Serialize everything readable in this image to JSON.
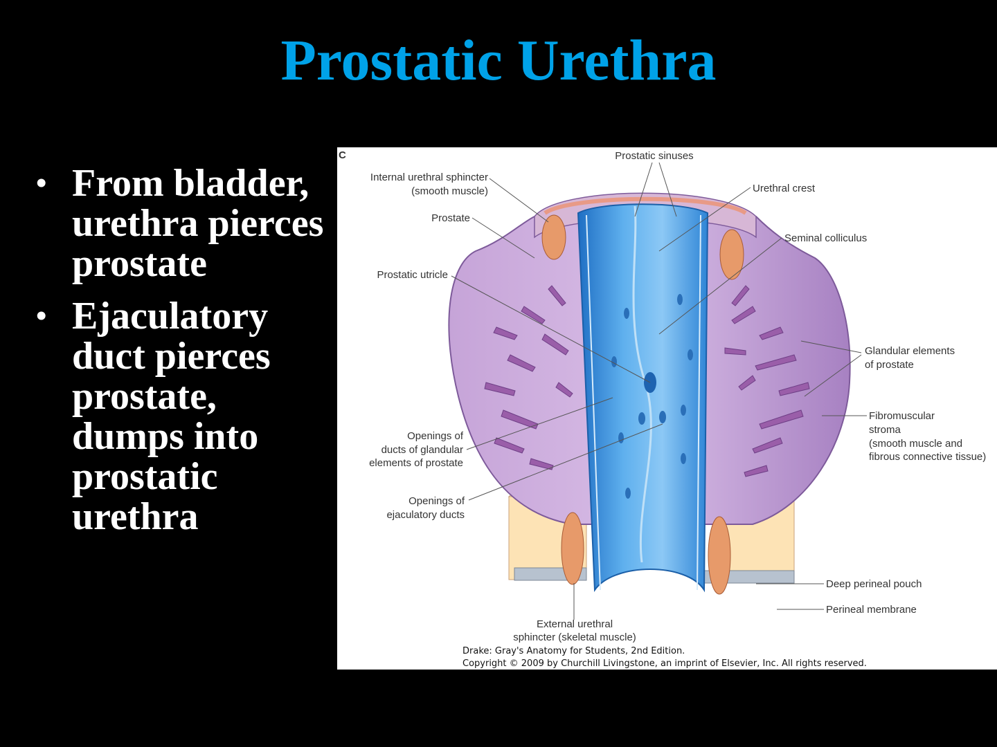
{
  "slide": {
    "title": "Prostatic Urethra",
    "bullets": [
      "From bladder, urethra pierces prostate",
      "Ejaculatory duct pierces prostate, dumps into prostatic urethra"
    ]
  },
  "figure": {
    "panel_letter": "C",
    "labels": {
      "prostatic_sinuses": "Prostatic sinuses",
      "internal_sphincter_1": "Internal urethral sphincter",
      "internal_sphincter_2": "(smooth muscle)",
      "urethral_crest": "Urethral crest",
      "prostate": "Prostate",
      "seminal_colliculus": "Seminal colliculus",
      "prostatic_utricle": "Prostatic utricle",
      "glandular_1": "Glandular elements",
      "glandular_2": "of prostate",
      "fibro_1": "Fibromuscular",
      "fibro_2": "stroma",
      "fibro_3": "(smooth muscle and",
      "fibro_4": "fibrous connective tissue)",
      "openings_glandular_1": "Openings of",
      "openings_glandular_2": "ducts of glandular",
      "openings_glandular_3": "elements of prostate",
      "openings_ejac_1": "Openings of",
      "openings_ejac_2": "ejaculatory ducts",
      "deep_perineal_pouch": "Deep perineal pouch",
      "perineal_membrane": "Perineal membrane",
      "external_sphincter_1": "External urethral",
      "external_sphincter_2": "sphincter (skeletal muscle)"
    },
    "credit_1": "Drake: Gray's Anatomy for Students, 2nd Edition.",
    "credit_2": "Copyright © 2009 by Churchill Livingstone, an imprint of Elsevier, Inc. All rights reserved."
  },
  "colors": {
    "title": "#00a2e8",
    "prostate": "#b48fc9",
    "urethra": "#4a9fe0",
    "sphincter": "#e79a6a",
    "pouch": "#fde3b5"
  }
}
